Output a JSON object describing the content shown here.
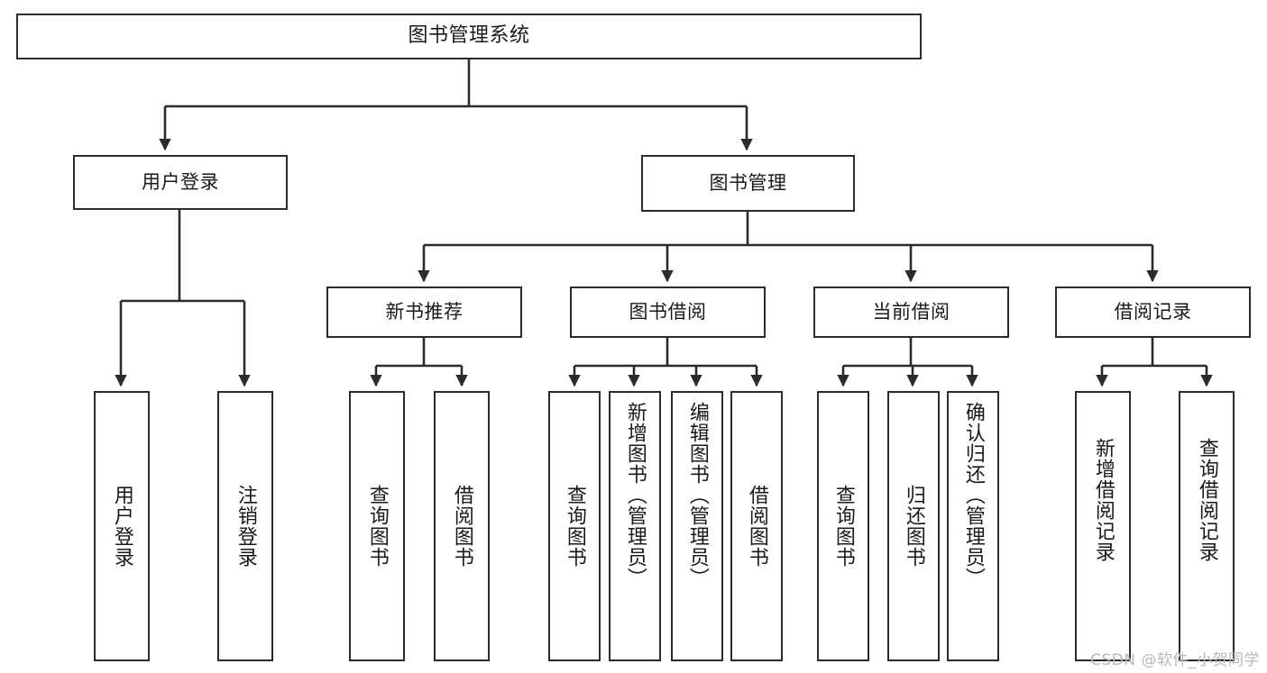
{
  "diagram": {
    "title": "图书管理系统",
    "type": "tree",
    "stroke_color": "#2b2b2b",
    "text_color": "#1a1a1a",
    "background_color": "#ffffff",
    "root": {
      "id": "root",
      "label": "图书管理系统"
    },
    "level2": [
      {
        "id": "user-login",
        "label": "用户登录"
      },
      {
        "id": "book-manage",
        "label": "图书管理"
      }
    ],
    "level3": [
      {
        "id": "new-book-recommend",
        "label": "新书推荐"
      },
      {
        "id": "book-borrow",
        "label": "图书借阅"
      },
      {
        "id": "current-borrow",
        "label": "当前借阅"
      },
      {
        "id": "borrow-record",
        "label": "借阅记录"
      }
    ],
    "leaves": {
      "user_login": [
        {
          "id": "leaf-user-login",
          "label": "用户登录"
        },
        {
          "id": "leaf-logout-login",
          "label": "注销登录"
        }
      ],
      "new_book_recommend": [
        {
          "id": "leaf-query-book-1",
          "label": "查询图书"
        },
        {
          "id": "leaf-borrow-book-1",
          "label": "借阅图书"
        }
      ],
      "book_borrow": [
        {
          "id": "leaf-query-book-2",
          "label": "查询图书"
        },
        {
          "id": "leaf-add-book",
          "label": "新增图书（管理员）"
        },
        {
          "id": "leaf-edit-book",
          "label": "编辑图书（管理员）"
        },
        {
          "id": "leaf-borrow-book-2",
          "label": "借阅图书"
        }
      ],
      "current_borrow": [
        {
          "id": "leaf-query-book-3",
          "label": "查询图书"
        },
        {
          "id": "leaf-return-book",
          "label": "归还图书"
        },
        {
          "id": "leaf-confirm-return",
          "label": "确认归还（管理员）"
        }
      ],
      "borrow_record": [
        {
          "id": "leaf-add-record",
          "label": "新增借阅记录"
        },
        {
          "id": "leaf-query-record",
          "label": "查询借阅记录"
        }
      ]
    }
  },
  "watermark": {
    "text": "CSDN @软件_小贺同学"
  }
}
